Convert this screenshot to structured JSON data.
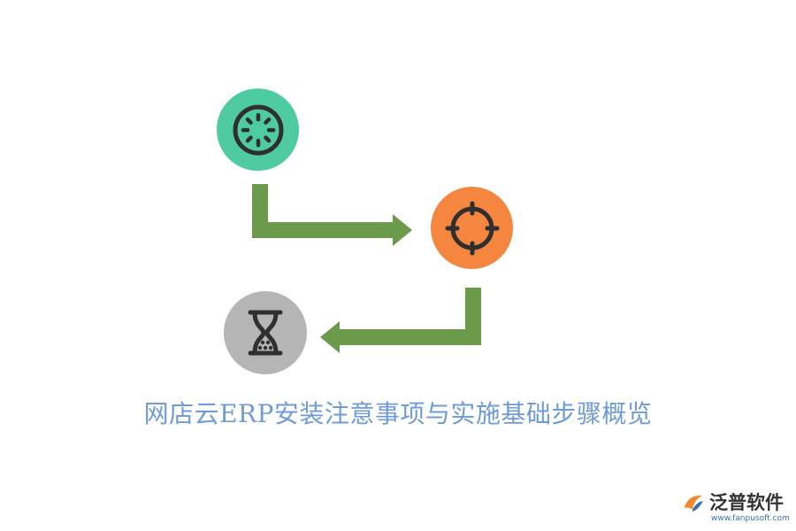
{
  "diagram": {
    "title": "网店云ERP安装注意事项与实施基础步骤概览",
    "nodes": [
      {
        "id": "step-1",
        "icon": "loading-dial-icon",
        "color": "#4ecba0"
      },
      {
        "id": "step-2",
        "icon": "crosshair-target-icon",
        "color": "#f5863f"
      },
      {
        "id": "step-3",
        "icon": "hourglass-icon",
        "color": "#b5b5b5"
      }
    ],
    "connector_color": "#6b9a4a",
    "icon_stroke_color": "#2f2f2f",
    "title_color": "#6f9bd6"
  },
  "logo": {
    "name": "泛普软件",
    "url": "www.fanpusoft.com",
    "icon": "fanpu-logo-icon"
  }
}
